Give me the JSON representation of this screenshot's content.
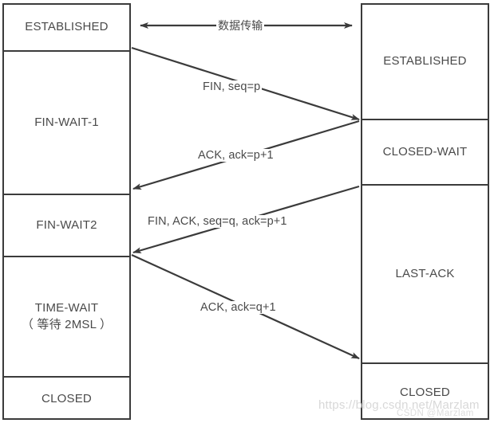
{
  "diagram": {
    "title": "TCP four-way handshake (connection termination) state diagram",
    "colors": {
      "stroke": "#3b3b3b",
      "text": "#4a4a4a",
      "background": "#ffffff",
      "watermark": "#d8d8d8"
    },
    "client": {
      "name": "client-timeline",
      "states": [
        {
          "label": "ESTABLISHED"
        },
        {
          "label": "FIN-WAIT-1"
        },
        {
          "label": "FIN-WAIT2"
        },
        {
          "label": "TIME-WAIT\n（ 等待 2MSL ）"
        },
        {
          "label": "CLOSED"
        }
      ]
    },
    "server": {
      "name": "server-timeline",
      "states": [
        {
          "label": "ESTABLISHED"
        },
        {
          "label": "CLOSED-WAIT"
        },
        {
          "label": "LAST-ACK"
        },
        {
          "label": "CLOSED"
        }
      ]
    },
    "messages": [
      {
        "label": "数据传输",
        "direction": "bidirectional"
      },
      {
        "label": "FIN, seq=p",
        "direction": "client-to-server"
      },
      {
        "label": "ACK, ack=p+1",
        "direction": "server-to-client"
      },
      {
        "label": "FIN, ACK, seq=q, ack=p+1",
        "direction": "server-to-client"
      },
      {
        "label": "ACK, ack=q+1",
        "direction": "client-to-server"
      }
    ],
    "watermark": {
      "url": "https://blog.csdn.net/Marzlam",
      "tag": "CSDN  @Marzlam"
    }
  }
}
